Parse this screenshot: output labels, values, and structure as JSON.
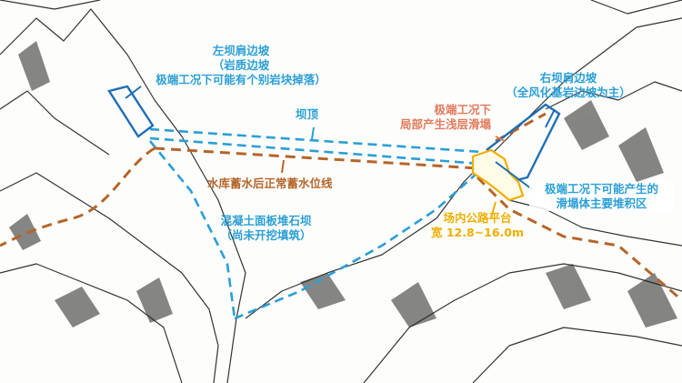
{
  "colors": {
    "label_blue": "#2a9fd6",
    "outline_blue": "#1f6fb5",
    "water_line_brown": "#b5652a",
    "slide_salmon": "#e27a5c",
    "platform_yellow": "#f0ae00",
    "sketch_ink": "#333333"
  },
  "labels": {
    "left_abutment": {
      "title": "左坝肩边坡",
      "line2": "（岩质边坡",
      "line3": "极端工况下可能有个别岩块掉落）"
    },
    "dam_crest": "坝顶",
    "normal_water_level": "水库蓄水后正常蓄水位线",
    "dam": {
      "title": "混凝土面板堆石坝",
      "line2": "（尚未开挖填筑）"
    },
    "local_slide": {
      "line1": "极端工况下",
      "line2": "局部产生浅层滑塌"
    },
    "right_abutment": {
      "title": "右坝肩边坡",
      "line2": "（全风化基岩边坡为主）"
    },
    "deposit_zone": {
      "line1": "极端工况下可能产生的",
      "line2": "滑塌体主要堆积区"
    },
    "road_platform": {
      "line1": "场内公路平台",
      "line2": "宽 12.8~16.0m"
    }
  }
}
